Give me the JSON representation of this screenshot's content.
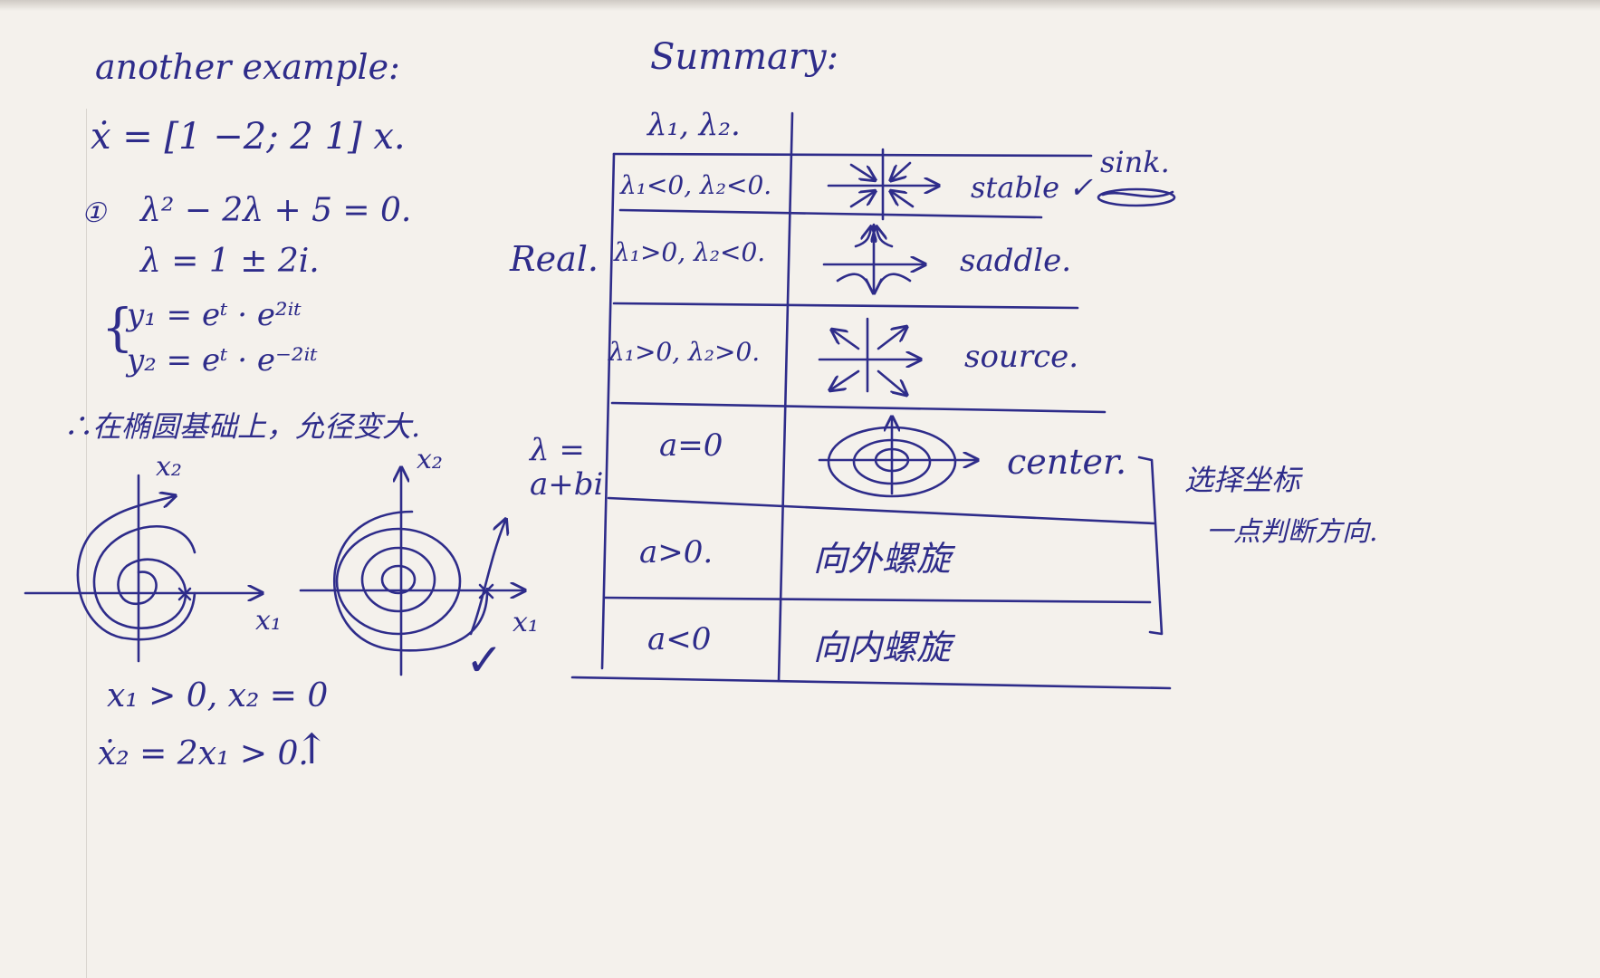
{
  "left": {
    "heading": "another example:",
    "system": "ẋ = [1 −2; 2 1] x.",
    "step_marker": "①",
    "char_eq": "λ² − 2λ + 5 = 0.",
    "eigen": "λ = 1 ± 2i.",
    "y1": "y₁ = eᵗ · e²ⁱᵗ",
    "y2": "y₂ = eᵗ · e⁻²ⁱᵗ",
    "note": "∴在椭圆基础上，允径变大.",
    "phase_axis_x": "x₁",
    "phase_axis_y": "x₂",
    "check": "✓",
    "cond1": "x₁ > 0, x₂ = 0",
    "cond2": "ẋ₂ = 2x₁ > 0.",
    "arrow": "↑"
  },
  "summary": {
    "title": "Summary:",
    "header_col1": "λ₁, λ₂.",
    "group_real": "Real.",
    "group_complex": "λ =\na+bi",
    "rows": [
      {
        "cond": "λ₁<0, λ₂<0.",
        "name": "stable ✓",
        "extra": "sink."
      },
      {
        "cond": "λ₁>0, λ₂<0.",
        "name": "saddle."
      },
      {
        "cond": "λ₁>0, λ₂>0.",
        "name": "source."
      },
      {
        "cond": "a=0",
        "name": "center."
      },
      {
        "cond": "a>0.",
        "name": "向外螺旋"
      },
      {
        "cond": "a<0",
        "name": "向内螺旋"
      }
    ],
    "bracket_note_1": "选择坐标",
    "bracket_note_2": "一点判断方向."
  },
  "colors": {
    "ink": "#2e2c8a",
    "paper": "#f4f1ec"
  }
}
